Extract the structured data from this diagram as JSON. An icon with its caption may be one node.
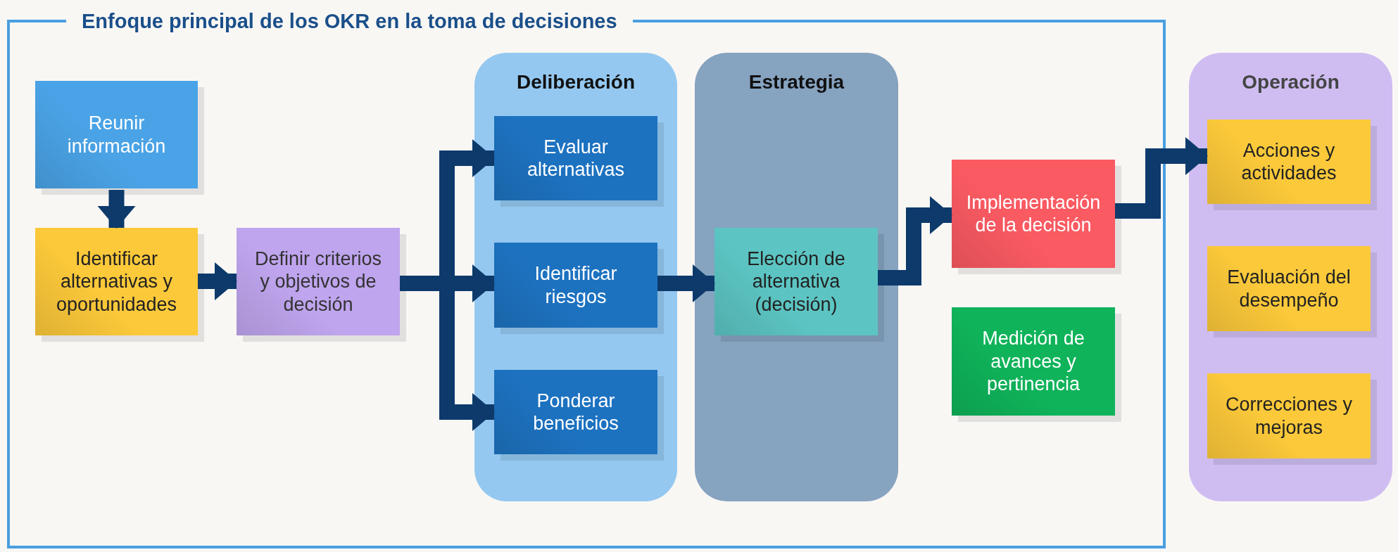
{
  "diagram": {
    "nodes": [
      {
        "text": [
          "Enfoque principal de los OKR en la toma de decisiones"
        ]
      },
      {
        "text": [
          "Reunir información"
        ],
        "in": 0
      },
      {
        "text": [
          "Identificar alternativas y oportunidades"
        ],
        "in": 0
      },
      {
        "text": [
          "Definir criterios y objetivos de decisión"
        ],
        "in": 0
      },
      {
        "text": [
          "Deliberación"
        ],
        "in": 0
      },
      {
        "text": [
          "Evaluar alternativas"
        ],
        "in": 4
      },
      {
        "text": [
          "Identificar riesgos"
        ],
        "in": 4
      },
      {
        "text": [
          "Ponderar beneficios"
        ],
        "in": 4
      },
      {
        "text": [
          "Estrategia"
        ],
        "in": 0
      },
      {
        "text": [
          "Elección de alternativa (decisión)"
        ],
        "in": 8
      },
      {
        "text": [
          "Implementación de la decisión"
        ],
        "in": 0
      },
      {
        "text": [
          "Medición de avances y pertinencia"
        ],
        "in": 0
      },
      {
        "text": [
          "Operación"
        ]
      },
      {
        "text": [
          "Acciones y actividades"
        ],
        "in": 12
      },
      {
        "text": [
          "Evaluación del desempeño"
        ],
        "in": 12
      },
      {
        "text": [
          "Correcciones y mejoras"
        ],
        "in": 12
      }
    ],
    "edges": [
      {
        "from": 1,
        "to": 2,
        "arrow": "to"
      },
      {
        "from": 2,
        "to": 3,
        "arrow": "to"
      },
      {
        "from": 3,
        "to": 5,
        "arrow": "to"
      },
      {
        "from": 3,
        "to": 6,
        "arrow": "to"
      },
      {
        "from": 3,
        "to": 7,
        "arrow": "to"
      },
      {
        "from": 6,
        "to": 9,
        "arrow": "to"
      },
      {
        "from": 9,
        "to": 10,
        "arrow": "to"
      },
      {
        "from": 10,
        "to": 13,
        "arrow": "to"
      }
    ]
  }
}
